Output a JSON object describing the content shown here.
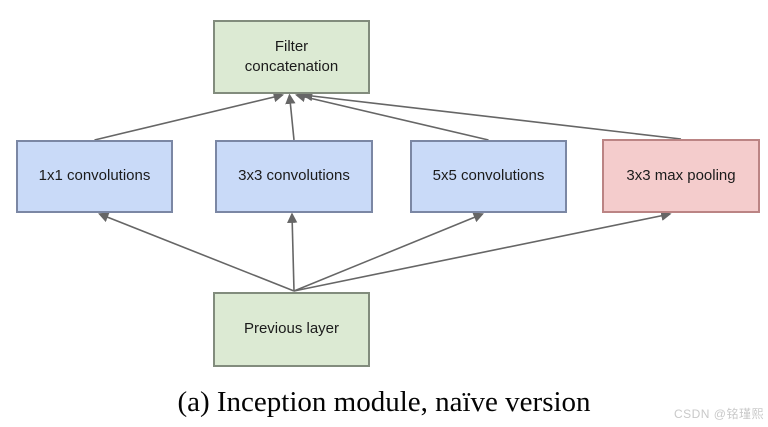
{
  "diagram": {
    "background": "#ffffff",
    "arrow_color": "#666666",
    "nodes": [
      {
        "id": "filter_concat",
        "label": "Filter concatenation",
        "fill": "#dcead3",
        "border": "#828c7d"
      },
      {
        "id": "conv1x1",
        "label": "1x1 convolutions",
        "fill": "#c9daf8",
        "border": "#7b87a4"
      },
      {
        "id": "conv3x3",
        "label": "3x3 convolutions",
        "fill": "#c9daf8",
        "border": "#7b87a4"
      },
      {
        "id": "conv5x5",
        "label": "5x5 convolutions",
        "fill": "#c9daf8",
        "border": "#7b87a4"
      },
      {
        "id": "maxpool",
        "label": "3x3 max pooling",
        "fill": "#f4cccc",
        "border": "#bb8484"
      },
      {
        "id": "prev",
        "label": "Previous layer",
        "fill": "#dcead3",
        "border": "#828c7d"
      }
    ],
    "edges": [
      {
        "from": "conv1x1",
        "to": "filter_concat"
      },
      {
        "from": "conv3x3",
        "to": "filter_concat"
      },
      {
        "from": "conv5x5",
        "to": "filter_concat"
      },
      {
        "from": "maxpool",
        "to": "filter_concat"
      },
      {
        "from": "prev",
        "to": "conv1x1"
      },
      {
        "from": "prev",
        "to": "conv3x3"
      },
      {
        "from": "prev",
        "to": "conv5x5"
      },
      {
        "from": "prev",
        "to": "maxpool"
      }
    ]
  },
  "caption": {
    "text": "(a) Inception module, naïve version"
  },
  "watermark": {
    "text": "CSDN @铭瑾熙"
  }
}
